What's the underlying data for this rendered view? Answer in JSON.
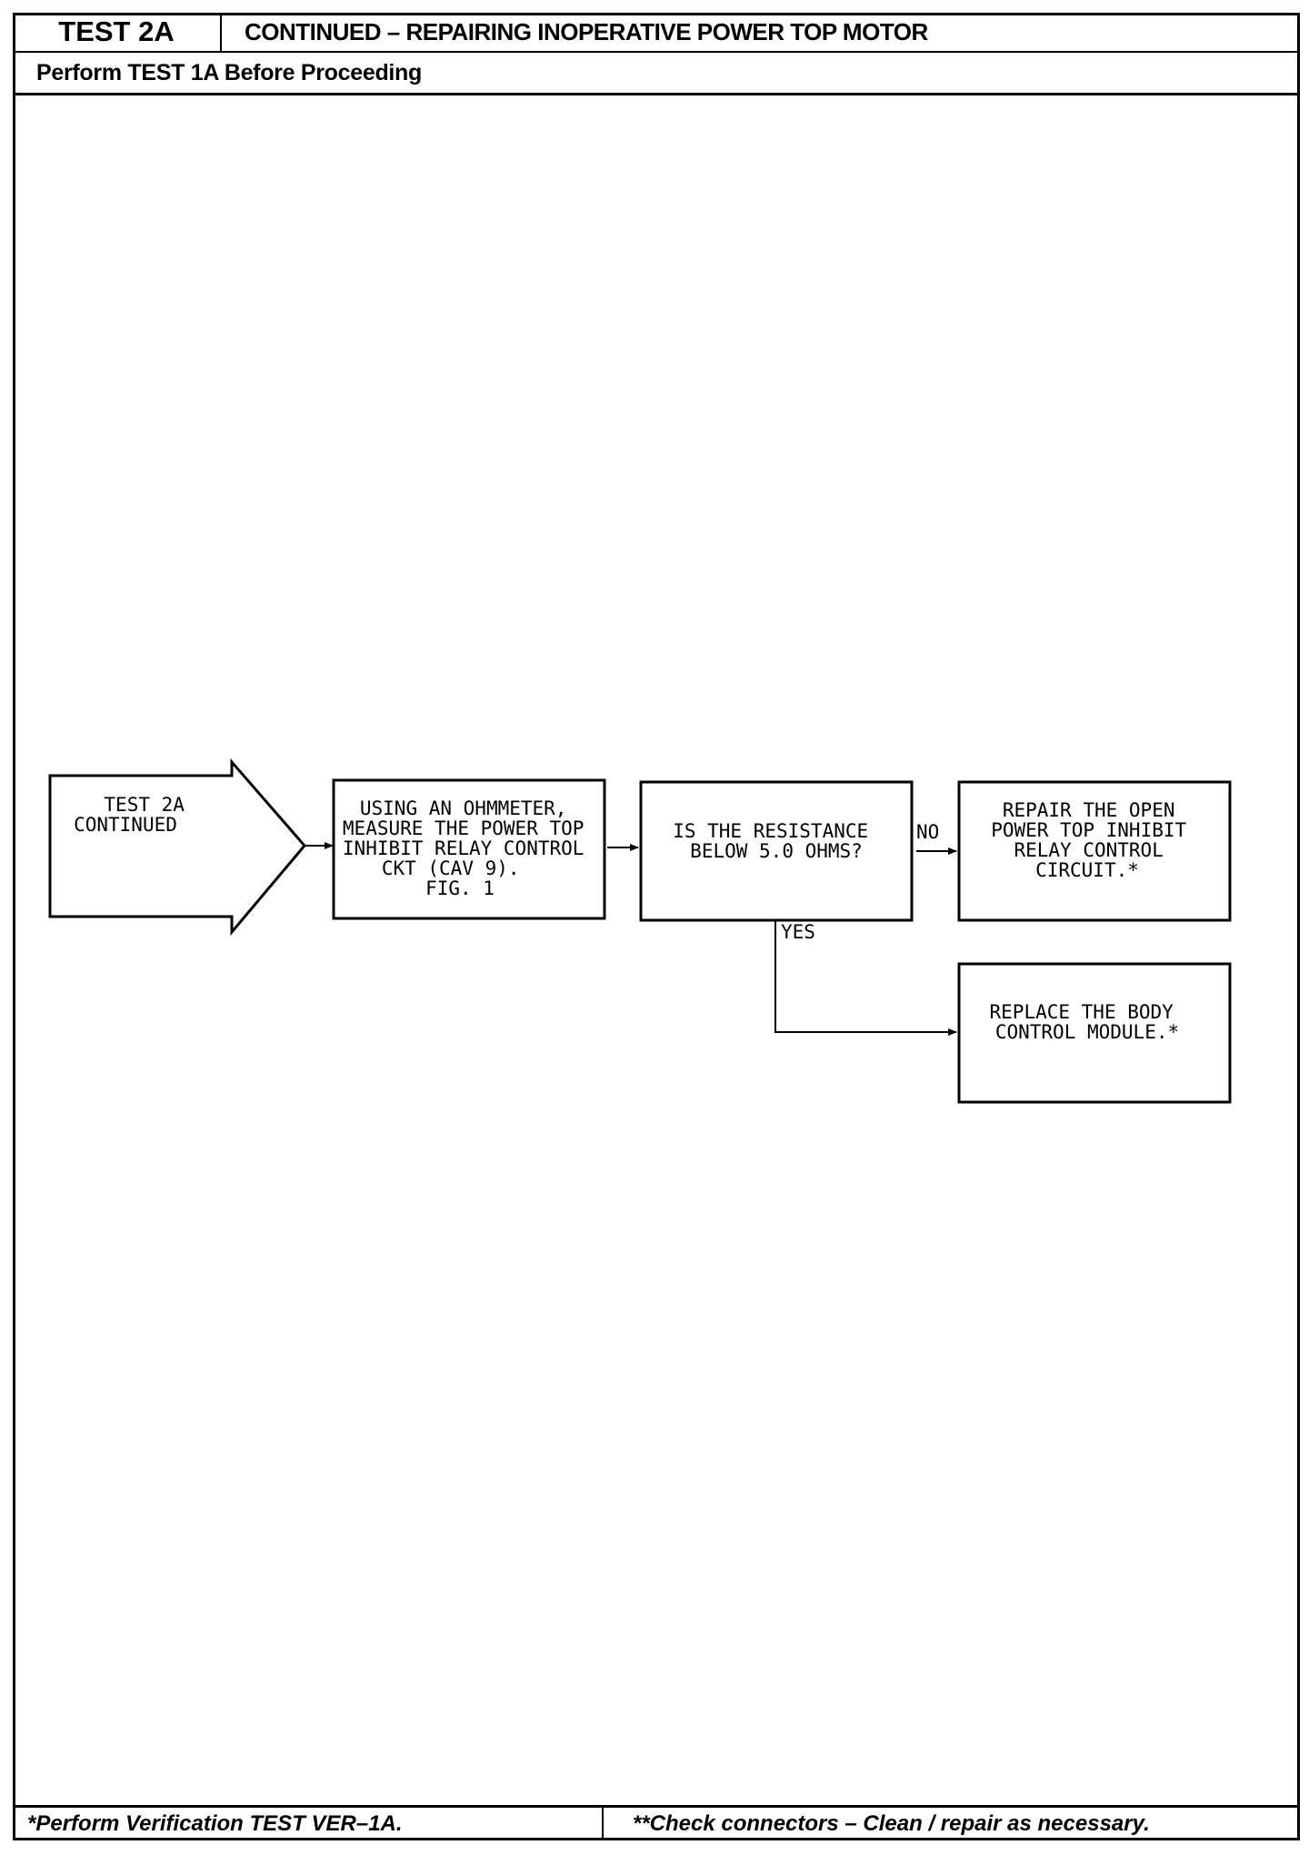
{
  "header": {
    "test_id": "TEST 2A",
    "title": "CONTINUED – REPAIRING INOPERATIVE POWER TOP MOTOR",
    "prerequisite": "Perform TEST 1A Before Proceeding"
  },
  "flowchart": {
    "start": {
      "lines": [
        "TEST 2A",
        "CONTINUED"
      ]
    },
    "step_measure": {
      "lines": [
        "USING AN OHMMETER,",
        "MEASURE THE POWER TOP",
        "INHIBIT RELAY CONTROL",
        "CKT (CAV 9).",
        "FIG. 1"
      ]
    },
    "decision": {
      "lines": [
        "IS THE RESISTANCE",
        "BELOW 5.0 OHMS?"
      ]
    },
    "no_label": "NO",
    "yes_label": "YES",
    "result_repair": {
      "lines": [
        "REPAIR THE OPEN",
        "POWER TOP INHIBIT",
        "RELAY CONTROL",
        "CIRCUIT.*"
      ]
    },
    "result_replace": {
      "lines": [
        "REPLACE THE BODY",
        "CONTROL MODULE.*"
      ]
    }
  },
  "footer": {
    "left_note": "*Perform Verification TEST VER–1A.",
    "right_note": "**Check connectors – Clean / repair as necessary."
  }
}
